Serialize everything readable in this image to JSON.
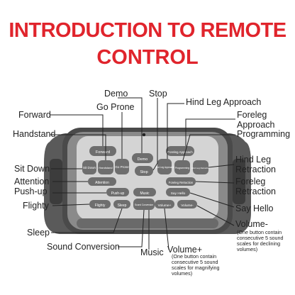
{
  "title": {
    "line1": "INTRODUCTION TO REMOTE",
    "line2": "CONTROL"
  },
  "colors": {
    "title_fill": "#e0242c",
    "title_outline": "#ffffff",
    "body_dark": "#4a4a4a",
    "body_mid": "#8a8a8a",
    "panel": "#d4d4d4",
    "button": "#6e6e6e",
    "leader": "#222222"
  },
  "labels": {
    "demo": "Demo",
    "go_prone": "Go Prone",
    "stop": "Stop",
    "hind_leg_approach": "Hind Leg Approach",
    "forward": "Forward",
    "foreleg_approach_1": "Foreleg",
    "foreleg_approach_2": "Approach",
    "handstand": "Handstand",
    "programming": "Programming",
    "sit_down": "Sit Down",
    "hind_leg_retraction_1": "Hind Leg",
    "hind_leg_retraction_2": "Retraction",
    "attention": "Attention",
    "push_up": "Push-up",
    "foreleg_retraction_1": "Foreleg",
    "foreleg_retraction_2": "Retraction",
    "flighty": "Flighty",
    "say_hello": "Say Hello",
    "sleep": "Sleep",
    "volume_minus": "Volume-",
    "volume_minus_note_1": "(One button contain",
    "volume_minus_note_2": "consecutive 5 sound",
    "volume_minus_note_3": "scales for declining",
    "volume_minus_note_4": "volumes)",
    "sound_conversion": "Sound Conversion",
    "music": "Music",
    "volume_plus": "Volume+",
    "volume_plus_note_1": "(One button contain",
    "volume_plus_note_2": "consecutive 5 sound",
    "volume_plus_note_3": "scales for magnifying",
    "volume_plus_note_4": "volumes)"
  },
  "buttons": {
    "forward": "Forward",
    "demo": "Demo",
    "foreleg_approach": "Foreleg Approach",
    "sit_down": "Sit Down",
    "handstand": "Handstand",
    "go_prone": "Go Prone",
    "stop": "Stop",
    "hind_leg_approach": "Hind Leg Approach",
    "programming": "Programming",
    "hind_leg_retraction": "Hind Leg Retraction",
    "attention": "Attention",
    "foreleg_retraction": "Foreleg Retraction",
    "push_up": "Push-up",
    "music": "Music",
    "say_hello": "Say Hello",
    "flighty": "Flighty",
    "sleep": "Sleep",
    "sound_conversion": "Sound Conversion",
    "volume_minus": "Volume-",
    "volume_plus": "Volume+"
  }
}
